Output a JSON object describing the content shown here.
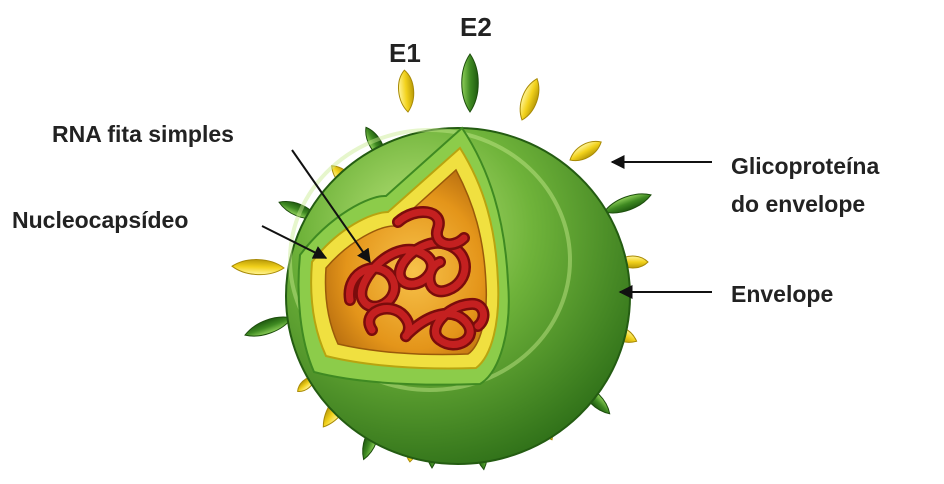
{
  "labels": {
    "e1": "E1",
    "e2": "E2",
    "rna": "RNA fita simples",
    "nucleocapsid": "Nucleocapsídeo",
    "glycoprotein_line1": "Glicoproteína",
    "glycoprotein_line2": "do envelope",
    "envelope": "Envelope"
  },
  "colors": {
    "envelope_outer": "#3f8a22",
    "envelope_light": "#8ccc4a",
    "capsid_yellow": "#f0e040",
    "interior_orange": "#d98a12",
    "rna_red": "#b01818",
    "spike_yellow": "#f2d21c",
    "spike_green": "#2f7a1c"
  },
  "icons": [
    "virus-particle",
    "arrow-left",
    "spike-e1",
    "spike-e2"
  ]
}
